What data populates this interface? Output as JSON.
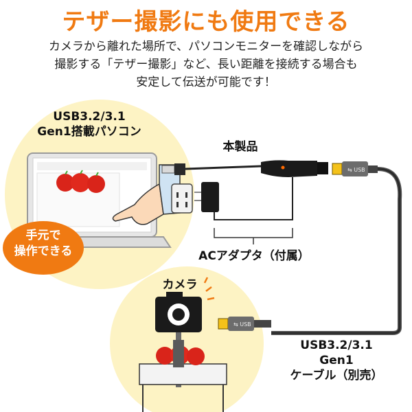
{
  "headline": "テザー撮影にも使用できる",
  "description": {
    "line1": "カメラから離れた場所で、パソコンモニターを確認しながら",
    "line2": "撮影する「テザー撮影」など、長い距離を接続する場合も",
    "line3": "安定して伝送が可能です！"
  },
  "labels": {
    "pc_line1": "USB3.2/3.1",
    "pc_line2": "Gen1搭載パソコン",
    "product": "本製品",
    "ac_adapter": "ACアダプタ（付属）",
    "camera": "カメラ",
    "cable_line1": "USB3.2/3.1",
    "cable_line2": "Gen1",
    "cable_line3": "ケーブル（別売）"
  },
  "badge": {
    "line1": "手元で",
    "line2": "操作できる"
  },
  "colors": {
    "accent": "#f07a12",
    "circle": "#fdf3c4",
    "cable": "#222222",
    "usb_yellow": "#f4c21a"
  }
}
